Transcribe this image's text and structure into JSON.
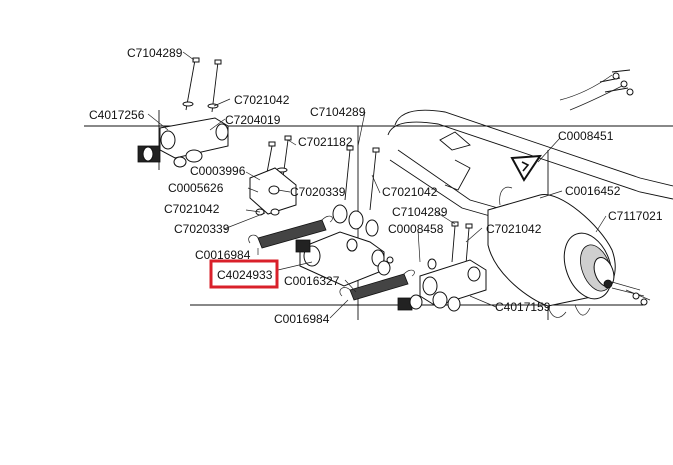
{
  "labels": {
    "c7104289_top": "C7104289",
    "c7021042_a": "C7021042",
    "c4017256": "C4017256",
    "c7204019": "C7204019",
    "c7104289_mid": "C7104289",
    "c7021182": "C7021182",
    "c0008451": "C0008451",
    "c0003996": "C0003996",
    "c0005626": "C0005626",
    "c7020339_a": "C7020339",
    "c7021042_b": "C7021042",
    "c0016452": "C0016452",
    "c7021042_c": "C7021042",
    "c7104289_low": "C7104289",
    "c7117021": "C7117021",
    "c7020339_b": "C7020339",
    "c0008458": "C0008458",
    "c7021042_d": "C7021042",
    "c0016984_a": "C0016984",
    "c4024933": "C4024933",
    "c0016327": "C0016327",
    "c4017159": "C4017159",
    "c0016984_b": "C0016984"
  },
  "highlight": {
    "target": "C4024933",
    "color": "#d9202a"
  }
}
